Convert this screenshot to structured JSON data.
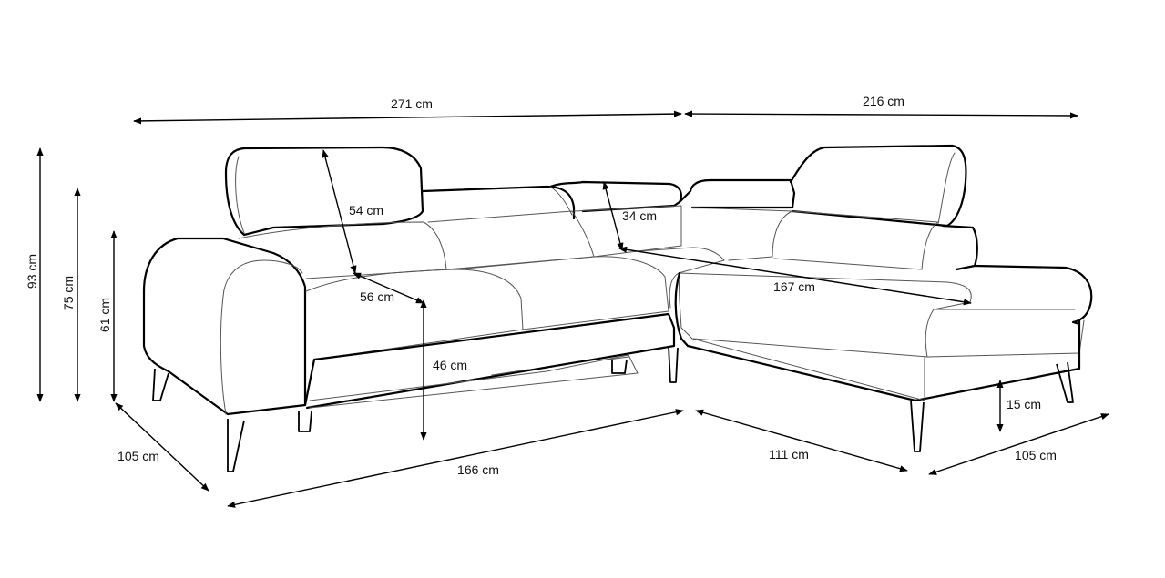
{
  "diagram": {
    "dimensions": {
      "width_left": "271 cm",
      "width_right": "216 cm",
      "height_total": "93 cm",
      "height_back": "75 cm",
      "height_arm": "61 cm",
      "headrest_depth": "54 cm",
      "headrest_lift": "34 cm",
      "seat_depth": "56 cm",
      "seat_height": "46 cm",
      "chaise_length": "167 cm",
      "leg_height": "15 cm",
      "depth_left": "105 cm",
      "bed_width": "166 cm",
      "corner_width": "111 cm",
      "depth_right": "105 cm"
    },
    "colors": {
      "line": "#000000",
      "seam": "#555555",
      "background": "#ffffff"
    }
  }
}
